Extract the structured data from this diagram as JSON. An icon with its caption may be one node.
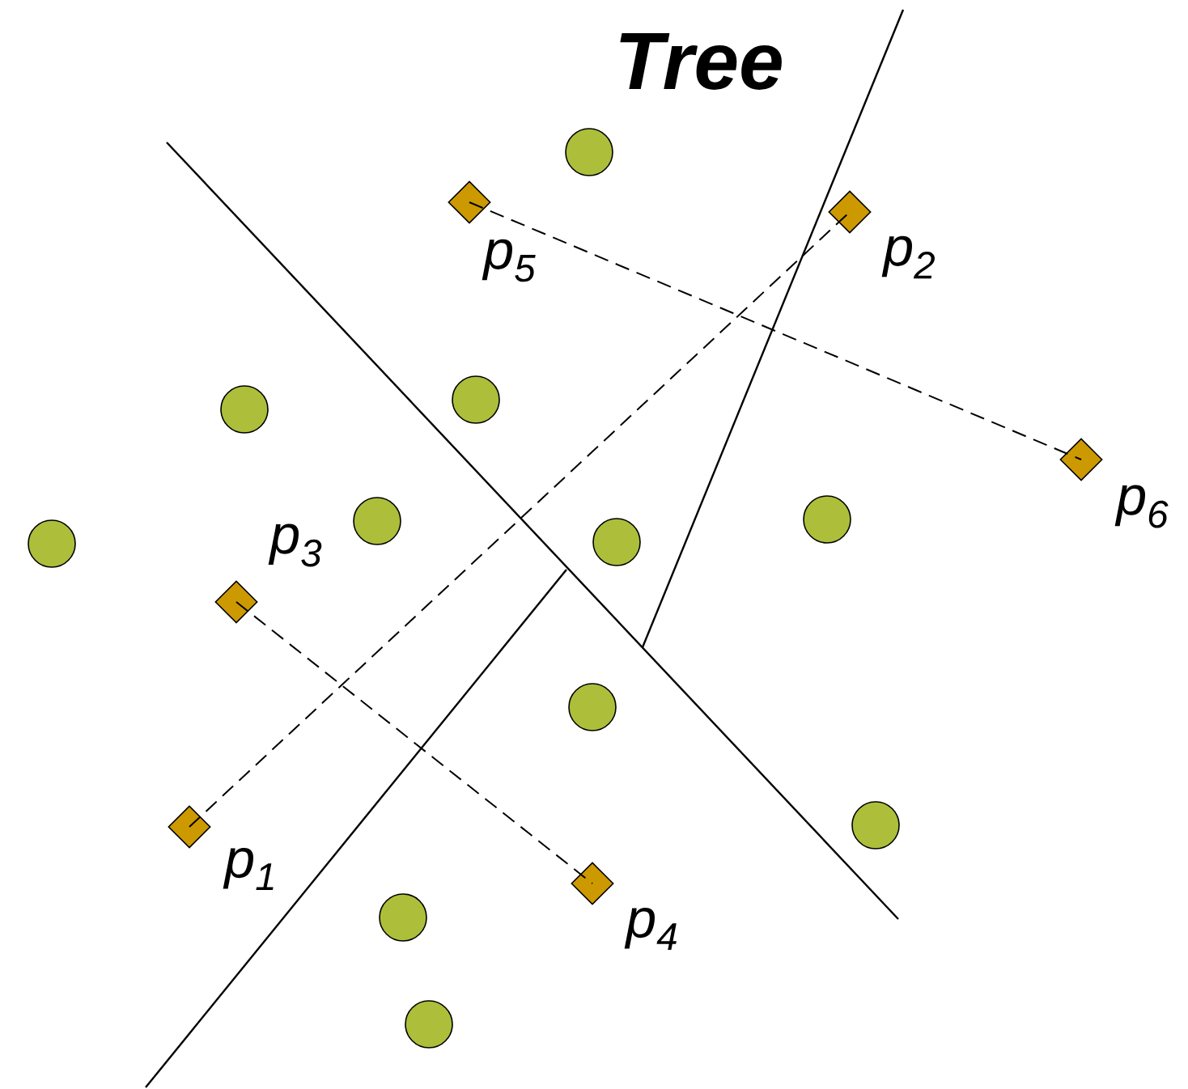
{
  "diagram": {
    "title": "Tree",
    "nodes": [
      {
        "text": [],
        "shape": "diamond",
        "beside": [
          "p$_{1}$"
        ]
      },
      {
        "text": [],
        "shape": "diamond",
        "beside": [
          "p$_{2}$"
        ]
      },
      {
        "text": [],
        "shape": "diamond",
        "beside": [
          "p$_{3}$"
        ]
      },
      {
        "text": [],
        "shape": "diamond",
        "beside": [
          "p$_{4}$"
        ]
      },
      {
        "text": [],
        "shape": "diamond",
        "beside": [
          "p$_{5}$"
        ]
      },
      {
        "text": [],
        "shape": "diamond",
        "beside": [
          "p$_{6}$"
        ]
      }
    ],
    "edges": [
      {
        "from": 0,
        "to": 1,
        "arrow": "none",
        "style": "dashed"
      },
      {
        "from": 2,
        "to": 3,
        "arrow": "none",
        "style": "dashed"
      },
      {
        "from": 4,
        "to": 5,
        "arrow": "none",
        "style": "dashed"
      }
    ]
  }
}
